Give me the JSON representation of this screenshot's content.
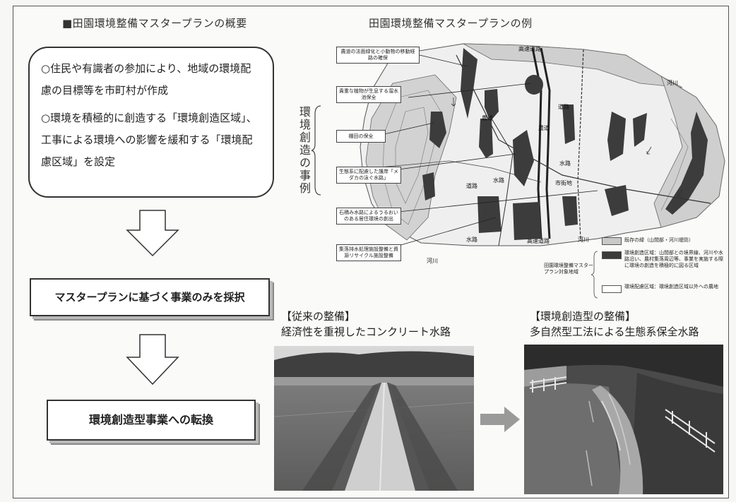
{
  "left": {
    "heading": "■田園環境整備マスタープランの概要",
    "bullet1": "○住民や有識者の参加により、地域の環境配慮の目標等を市町村が作成",
    "bullet2": "○環境を積極的に創造する「環境創造区域」、工事による環境への影響を緩和する「環境配慮区域」を設定",
    "box1": "マスタープランに基づく事業のみを採択",
    "box2": "環境創造型事業への転換"
  },
  "map": {
    "title": "田園環境整備マスタープランの例",
    "side_label": "環境創造の事例",
    "callouts": [
      "農道の法面緑化と小動物の移動経路の確保",
      "貴重な植物が生息する溜水池保全",
      "棚田の保全",
      "生態系に配慮した護岸「メダカの泳ぐ水路」",
      "石積み水路によるうるおいのある居住環境の創出",
      "集落排水処理施設整備と資源リサイクル施設整備"
    ],
    "words": {
      "expressway_top": "高速道路",
      "river_right": "河川",
      "road": "道路",
      "farm_road1": "農道",
      "farm_road2": "農道",
      "waterway1": "水路",
      "road2": "道路",
      "waterway2": "水路",
      "urban": "市街地",
      "waterway3": "水路",
      "expressway_bottom": "高速道路",
      "river_bottom_right": "河川",
      "river_bottom_left": "河川"
    },
    "legend": {
      "target_area": "田園環境整備マスタープラン対象地域",
      "item1": "既存の緑（山間部・河川堤防）",
      "item2": "環境創造区域：山間部との境界線、河川や水路沿い、農村集落周辺等、事業を実施する際に環境の創造を積極的に図る区域",
      "item3": "環境配慮区域：環境創造区域以外への農地"
    }
  },
  "bottom": {
    "conv_title": "【従来の整備】",
    "conv_sub": "経済性を重視したコンクリート水路",
    "env_title": "【環境創造型の整備】",
    "env_sub": "多自然型工法による生態系保全水路"
  },
  "colors": {
    "arrow_fill": "#9a9a9a",
    "dark_zone": "#3c3c3c",
    "green_zone": "#c9c9c9"
  }
}
